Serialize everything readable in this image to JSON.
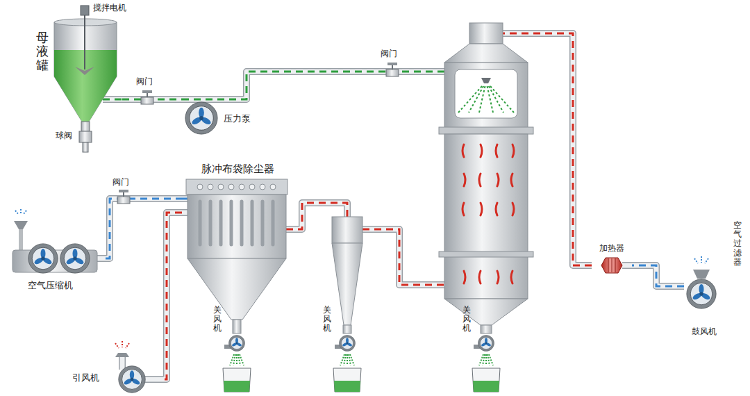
{
  "diagram": {
    "nodes": [
      {
        "text": [
          "母液罐"
        ]
      },
      {
        "text": [
          "压力泵"
        ]
      },
      {
        "text": [
          "脉冲布袋除尘器"
        ]
      },
      {
        "text": [
          "空气压缩机"
        ]
      },
      {
        "text": [
          "加热器"
        ]
      },
      {
        "text": [
          "鼓风机"
        ]
      },
      {
        "text": [
          "引风机"
        ]
      }
    ],
    "edges": [
      {
        "from": 0,
        "to": 1,
        "arrow": "none"
      },
      {
        "from": 3,
        "to": 2,
        "arrow": "none"
      },
      {
        "from": 2,
        "to": 6,
        "arrow": "none"
      },
      {
        "from": 5,
        "to": 4,
        "arrow": "none"
      }
    ],
    "labels": [
      "搅拌电机",
      "阀门",
      "球阀",
      "阀门",
      "阀门",
      "关风机",
      "关风机",
      "关风机",
      "空气过滤器"
    ]
  }
}
